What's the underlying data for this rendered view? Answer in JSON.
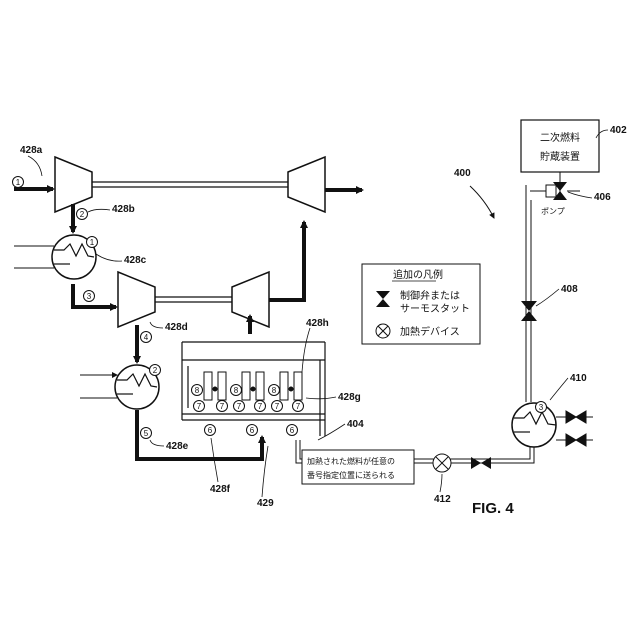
{
  "figure": {
    "title": "FIG. 4",
    "system_ref": "400"
  },
  "refs": {
    "r402": "402",
    "r406": "406",
    "r408": "408",
    "r410": "410",
    "r412": "412",
    "r404": "404",
    "r429": "429",
    "r428a": "428a",
    "r428b": "428b",
    "r428c": "428c",
    "r428d": "428d",
    "r428e": "428e",
    "r428f": "428f",
    "r428g": "428g",
    "r428h": "428h"
  },
  "storage": {
    "line1": "二次燃料",
    "line2": "貯蔵装置"
  },
  "pump_label": "ポンプ",
  "legend": {
    "title": "追加の凡例",
    "valve_line1": "制御弁または",
    "valve_line2": "サーモスタット",
    "heater": "加熱デバイス"
  },
  "note": {
    "line1": "加熱された燃料が任意の",
    "line2": "番号指定位置に送られる"
  },
  "markers": {
    "m1": "1",
    "m2": "2",
    "m3": "3",
    "m4": "4",
    "m5": "5",
    "m6": "6",
    "m7": "7",
    "m8": "8",
    "h1": "1",
    "h2": "2",
    "h3": "3"
  }
}
